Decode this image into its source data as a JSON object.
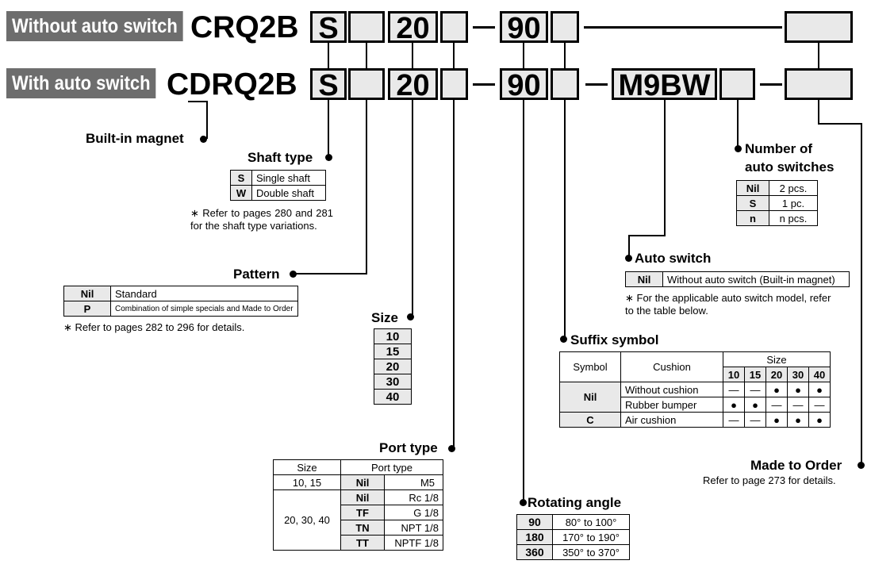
{
  "rows": {
    "without_label": "Without auto switch",
    "with_label": "With auto switch",
    "without_model": "CRQ2B",
    "with_model": "CDRQ2B",
    "with_model_pre": "C",
    "with_model_d": "D",
    "with_model_post": "RQ2B",
    "shaft_code": "S",
    "size_code": "20",
    "angle_code": "90",
    "switch_code": "M9BW"
  },
  "built_in_magnet": "Built-in magnet",
  "shaft_type": {
    "title": "Shaft type",
    "rows": [
      {
        "code": "S",
        "desc": "Single shaft"
      },
      {
        "code": "W",
        "desc": "Double shaft"
      }
    ],
    "note": "∗ Refer to pages 280 and 281 for the shaft type variations."
  },
  "pattern": {
    "title": "Pattern",
    "rows": [
      {
        "code": "Nil",
        "desc": "Standard"
      },
      {
        "code": "P",
        "desc": "Combination of simple specials and Made to Order"
      }
    ],
    "note": "∗ Refer to pages 282 to 296 for details."
  },
  "size": {
    "title": "Size",
    "values": [
      "10",
      "15",
      "20",
      "30",
      "40"
    ]
  },
  "port_type": {
    "title": "Port type",
    "col_size": "Size",
    "col_port": "Port type",
    "rows": [
      {
        "size": "10, 15",
        "code": "Nil",
        "port": "M5"
      },
      {
        "size": "20, 30, 40",
        "code": "Nil",
        "port": "Rc 1/8"
      },
      {
        "code": "TF",
        "port": "G 1/8"
      },
      {
        "code": "TN",
        "port": "NPT 1/8"
      },
      {
        "code": "TT",
        "port": "NPTF 1/8"
      }
    ]
  },
  "rotating_angle": {
    "title": "Rotating angle",
    "rows": [
      {
        "code": "90",
        "range": "80° to 100°"
      },
      {
        "code": "180",
        "range": "170° to 190°"
      },
      {
        "code": "360",
        "range": "350° to 370°"
      }
    ]
  },
  "number_switches": {
    "title_1": "Number of",
    "title_2": "auto switches",
    "rows": [
      {
        "code": "Nil",
        "desc": "2 pcs."
      },
      {
        "code": "S",
        "desc": "1 pc."
      },
      {
        "code": "n",
        "desc": "n pcs."
      }
    ]
  },
  "auto_switch": {
    "title": "Auto switch",
    "code": "Nil",
    "desc": "Without auto switch (Built-in magnet)",
    "note": "∗ For the applicable auto switch model, refer to the table below."
  },
  "suffix": {
    "title": "Suffix symbol",
    "col_symbol": "Symbol",
    "col_cushion": "Cushion",
    "col_size": "Size",
    "sizes": [
      "10",
      "15",
      "20",
      "30",
      "40"
    ],
    "rows": [
      {
        "symbol": "Nil",
        "cushion": "Without cushion",
        "marks": [
          "—",
          "—",
          "●",
          "●",
          "●"
        ]
      },
      {
        "cushion": "Rubber bumper",
        "marks": [
          "●",
          "●",
          "—",
          "—",
          "—"
        ]
      },
      {
        "symbol": "C",
        "cushion": "Air cushion",
        "marks": [
          "—",
          "—",
          "●",
          "●",
          "●"
        ]
      }
    ]
  },
  "made_to_order": {
    "title": "Made to Order",
    "note": "Refer to page 273 for details."
  },
  "colors": {
    "box_fill": "#e9e9e9",
    "tag_fill": "#6d6d6d"
  }
}
